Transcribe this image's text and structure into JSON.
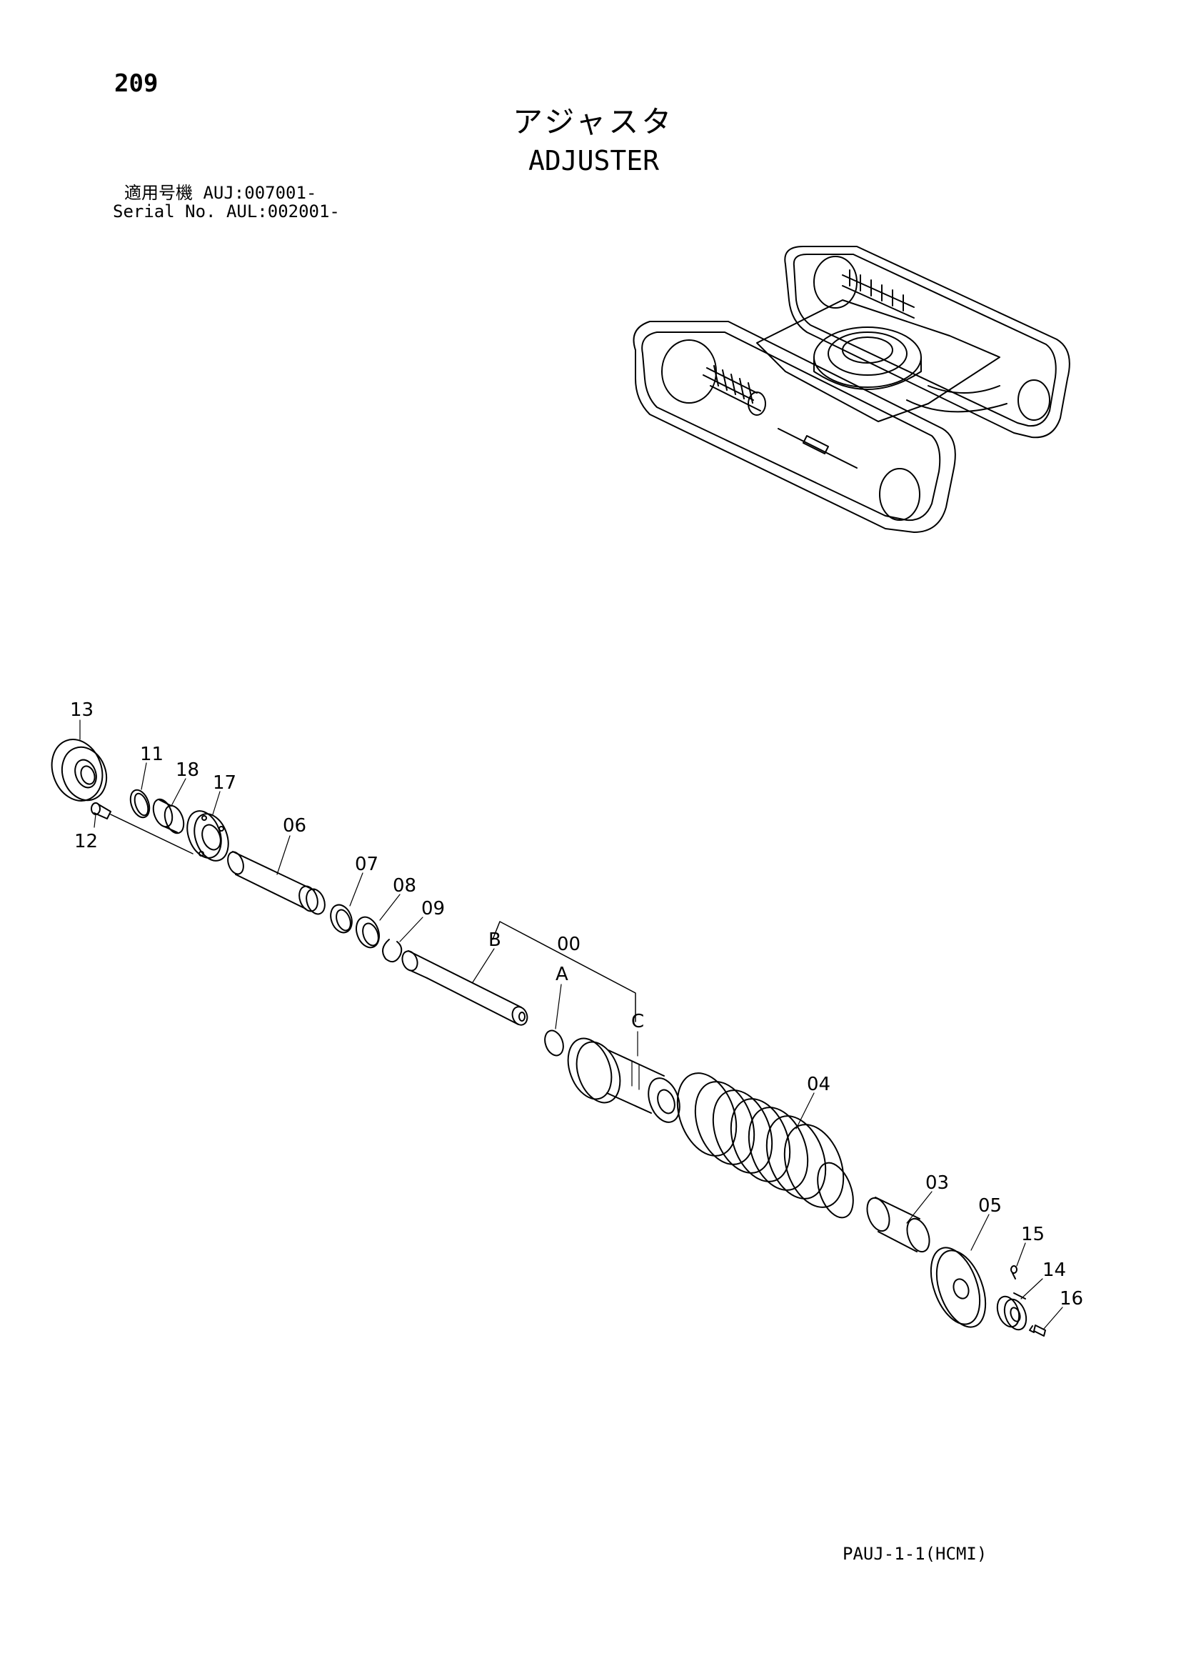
{
  "header": {
    "page_number": "209",
    "title_jp": "アジャスタ",
    "title_en": "ADJUSTER",
    "serial_line_1": "適用号機  AUJ:007001-",
    "serial_line_2": "Serial No. AUL:002001-"
  },
  "footer": {
    "code": "PAUJ-1-1(HCMI)"
  },
  "callouts": {
    "p13": "13",
    "p11": "11",
    "p18": "18",
    "p17": "17",
    "p12": "12",
    "p06": "06",
    "p07": "07",
    "p08": "08",
    "p09": "09",
    "pB": "B",
    "p00": "00",
    "pA": "A",
    "pC": "C",
    "p04": "04",
    "p03": "03",
    "p05": "05",
    "p15": "15",
    "p14": "14",
    "p16": "16"
  }
}
